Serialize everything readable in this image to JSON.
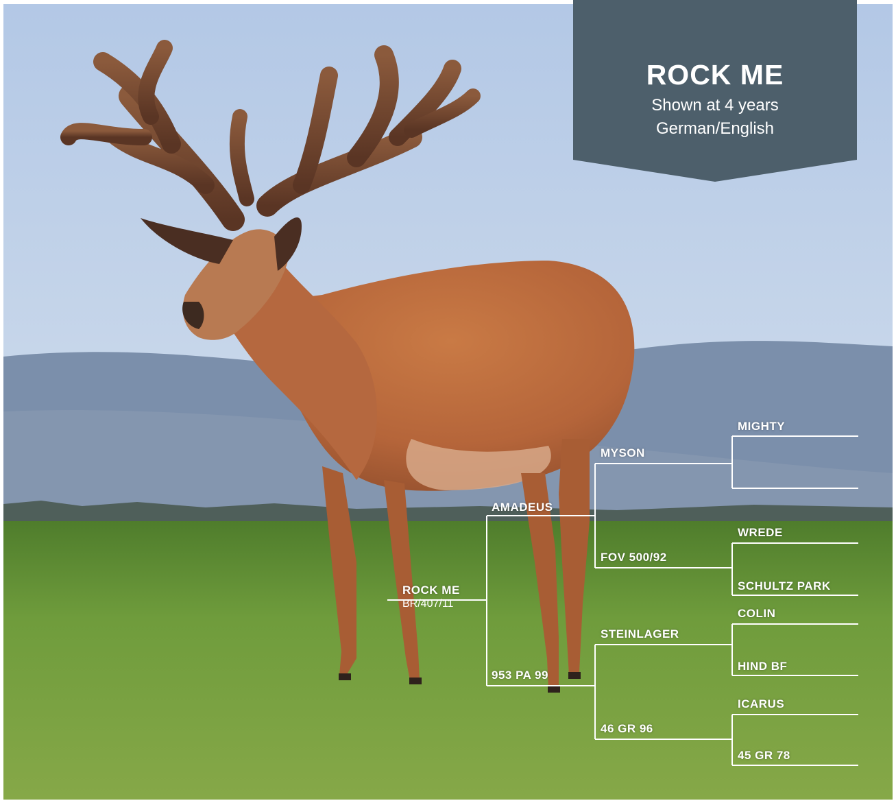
{
  "banner": {
    "title": "ROCK ME",
    "line1": "Shown at 4 years",
    "line2": "German/English",
    "color": "#4d5f6b"
  },
  "pedigree": {
    "subject": {
      "name": "ROCK ME",
      "code": "BR/407/11"
    },
    "sire": "AMADEUS",
    "dam": "953 PA 99",
    "sire_sire": "MYSON",
    "sire_dam": "FOV 500/92",
    "dam_sire": "STEINLAGER",
    "dam_dam": "46 GR 96",
    "ggp": [
      "MIGHTY",
      "WREDE",
      "SCHULTZ PARK",
      "COLIN",
      "HIND BF",
      "ICARUS",
      "45 GR 78"
    ]
  },
  "colors": {
    "sky_top": "#b9cde6",
    "sky_bottom": "#dfe7ef",
    "hills": "#6e83a0",
    "grass": "#6e9a3c",
    "deer_coat": "#b86a3a",
    "antler_velvet": "#7a4a30"
  }
}
